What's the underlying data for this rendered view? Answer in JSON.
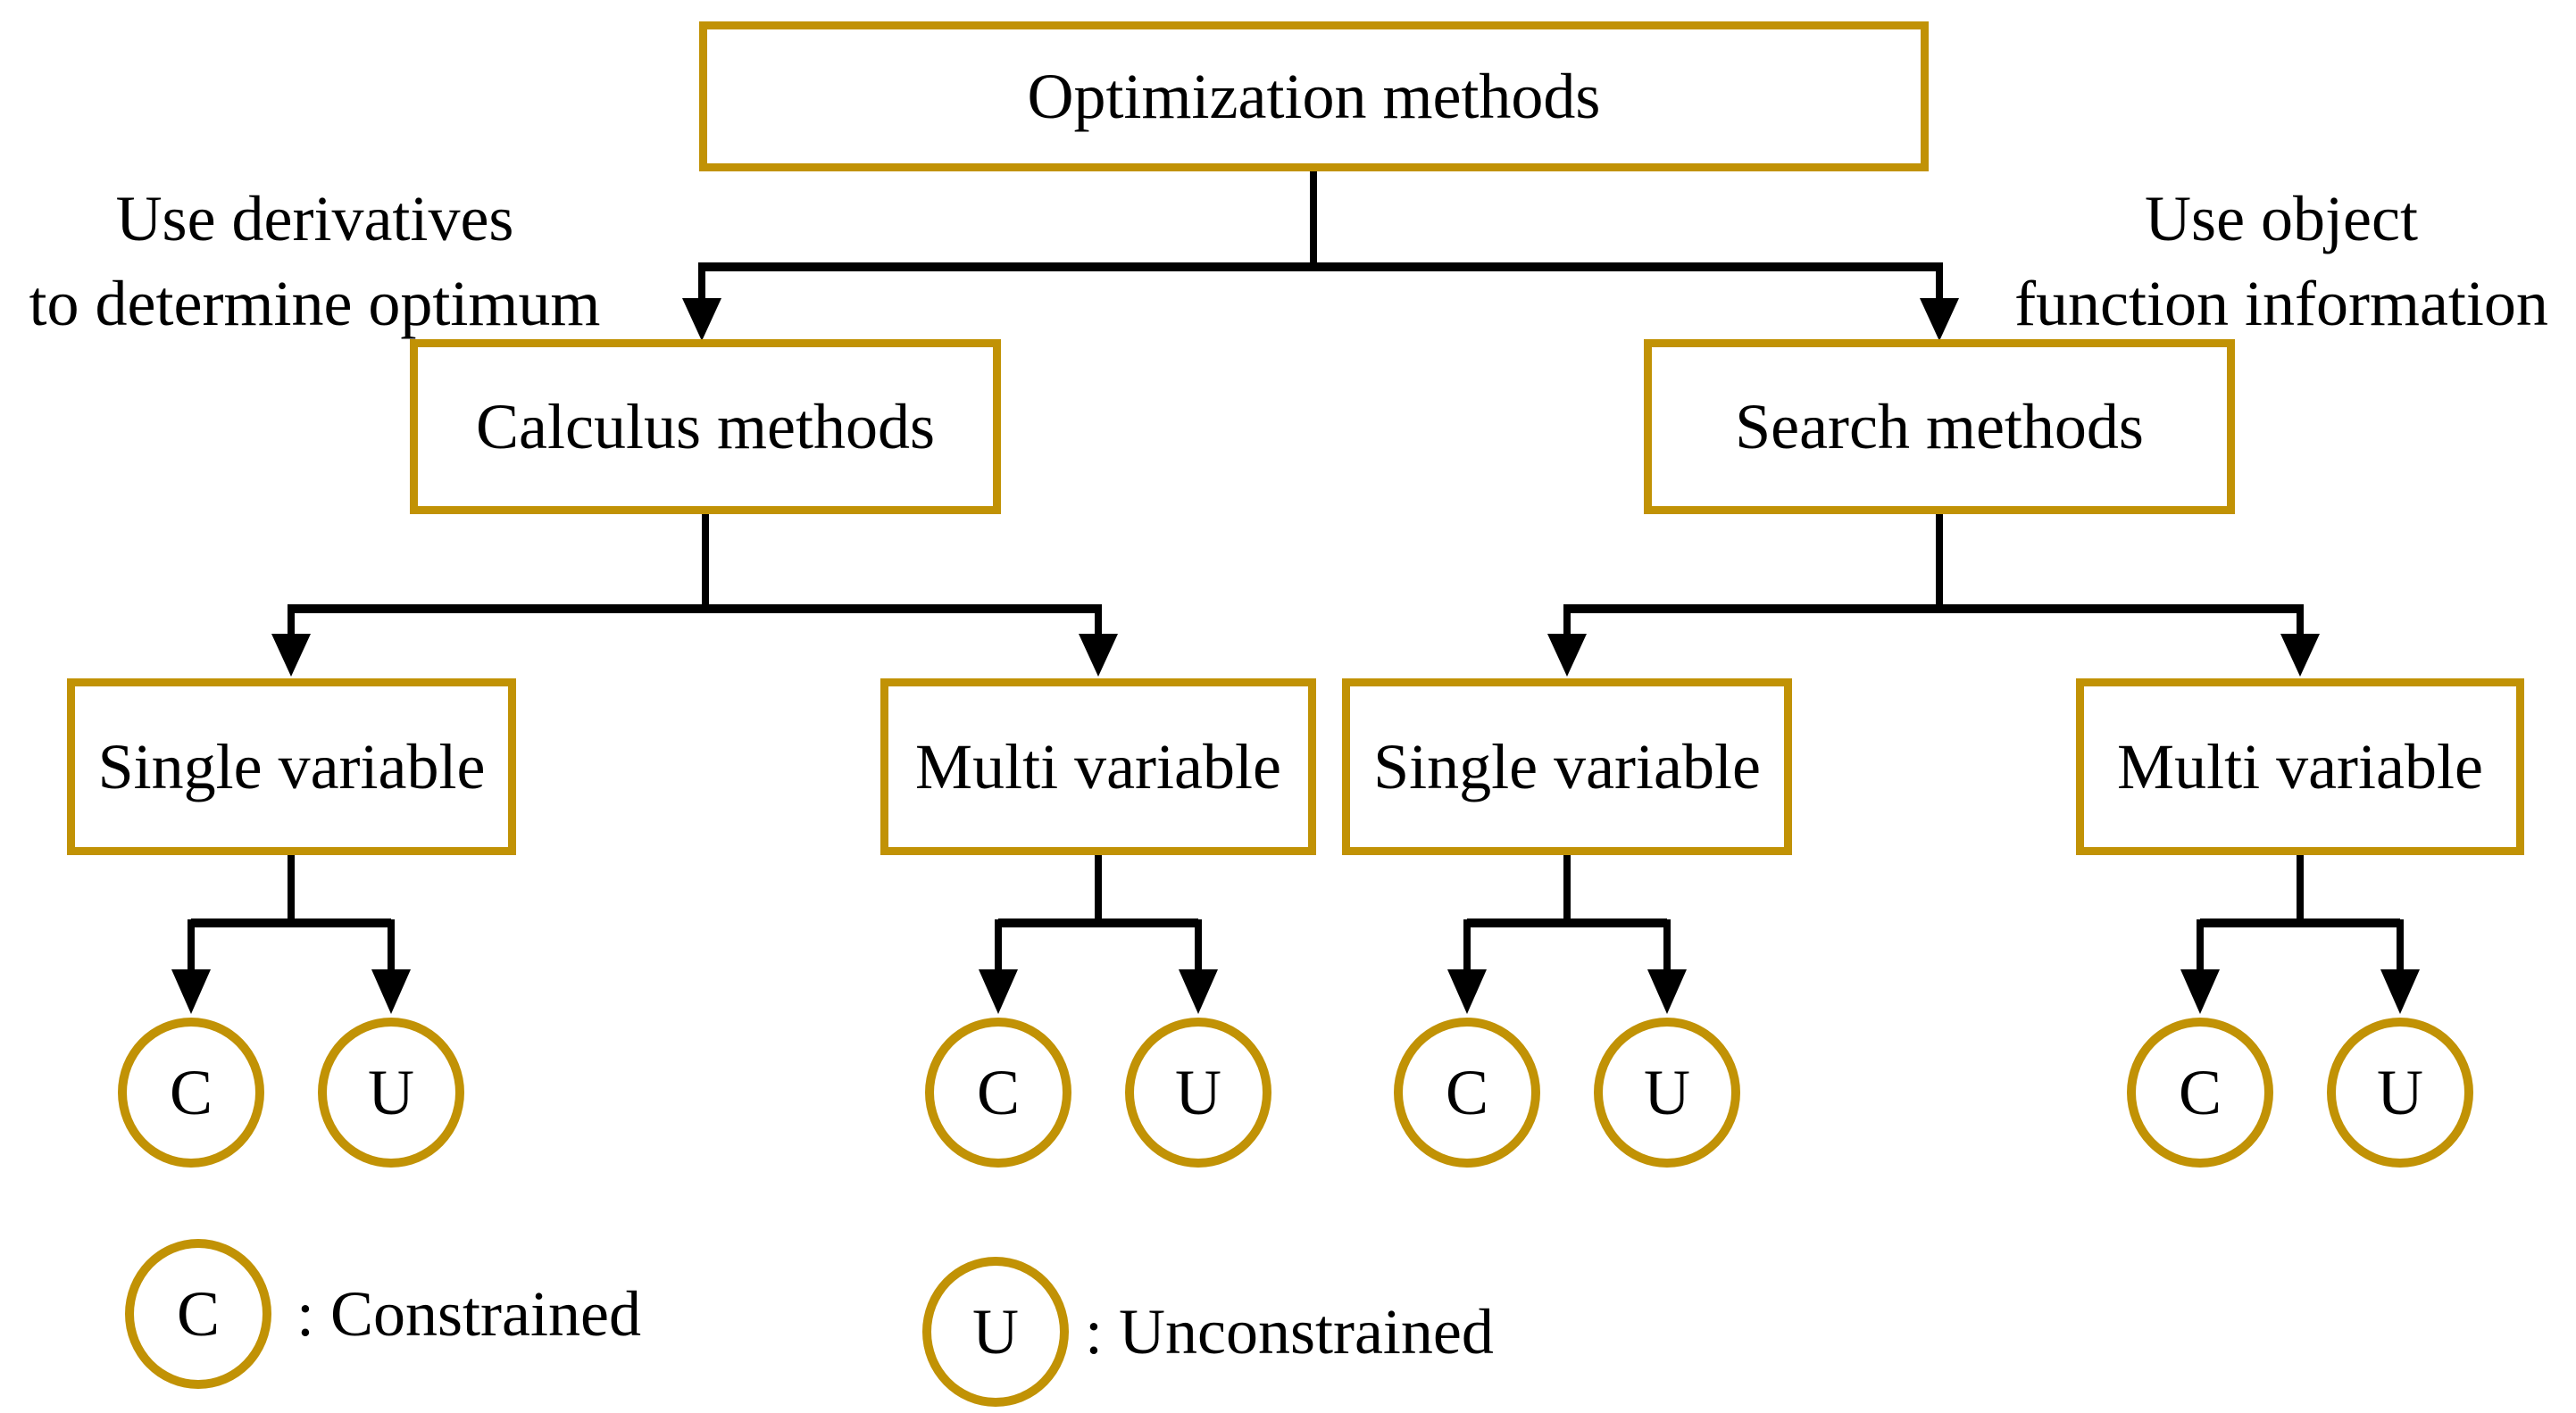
{
  "diagram": {
    "title": "Optimization methods",
    "annotations": {
      "left": {
        "line1": "Use derivatives",
        "line2": "to determine optimum"
      },
      "right": {
        "line1": "Use object",
        "line2": "function information"
      }
    },
    "level2": [
      {
        "label": "Calculus methods"
      },
      {
        "label": "Search methods"
      }
    ],
    "level3": [
      {
        "label": "Single variable"
      },
      {
        "label": "Multi variable"
      },
      {
        "label": "Single variable"
      },
      {
        "label": "Multi variable"
      }
    ],
    "leaves": [
      {
        "letter": "C"
      },
      {
        "letter": "U"
      },
      {
        "letter": "C"
      },
      {
        "letter": "U"
      },
      {
        "letter": "C"
      },
      {
        "letter": "U"
      },
      {
        "letter": "C"
      },
      {
        "letter": "U"
      }
    ],
    "legend": [
      {
        "symbol": "C",
        "label": ": Constrained"
      },
      {
        "symbol": "U",
        "label": ": Unconstrained"
      }
    ],
    "colors": {
      "box_border": "#C19205",
      "connector": "#000000",
      "text": "#000000",
      "background": "#FFFFFF"
    }
  }
}
